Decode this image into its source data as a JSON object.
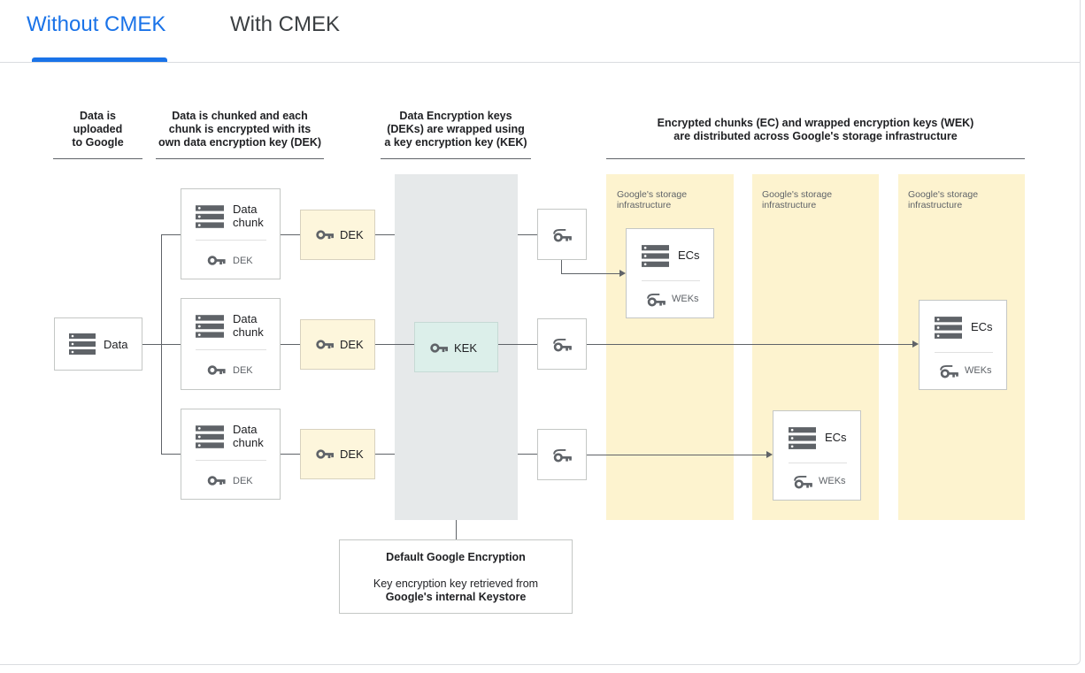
{
  "tabs": [
    {
      "label": "Without CMEK",
      "active": true
    },
    {
      "label": "With CMEK",
      "active": false
    }
  ],
  "headers": {
    "uploaded": "Data is uploaded to Google",
    "chunked": "Data is chunked and each chunk is encrypted with its own data encryption key (DEK)",
    "wrapped": "Data Encryption keys (DEKs) are wrapped using a key encryption key (KEK)",
    "distributed": "Encrypted chunks (EC) and wrapped encryption keys (WEK) are distributed across Google's storage infrastructure"
  },
  "header_lines": {
    "uploaded": [
      "Data is",
      "uploaded",
      "to Google"
    ],
    "chunked": [
      "Data is chunked and each",
      "chunk is encrypted with its",
      "own data encryption key (DEK)"
    ],
    "wrapped": [
      "Data Encryption keys",
      "(DEKs) are wrapped using",
      "a key encryption key (KEK)"
    ],
    "distributed": [
      "Encrypted chunks (EC) and wrapped encryption keys (WEK)",
      "are distributed across Google's storage infrastructure"
    ]
  },
  "data_label": "Data",
  "chunk": {
    "line1": "Data",
    "line2": "chunk",
    "key_label": "DEK"
  },
  "dek_label": "DEK",
  "kek_label": "KEK",
  "storage_label": [
    "Google's storage",
    "infrastructure"
  ],
  "ec": {
    "label": "ECs",
    "wek_label": "WEKs"
  },
  "info": {
    "title": "Default Google Encryption",
    "line1": "Key encryption key retrieved from",
    "line2": "Google's internal Keystore"
  },
  "colors": {
    "accent": "#1a73e8",
    "dek_fill": "#fdf6dc",
    "kek_fill": "#dcefea",
    "storage_fill": "#fdf3cf",
    "kek_column": "#e6e9ea"
  },
  "icons": [
    "server-icon",
    "key-icon",
    "wrapped-key-icon"
  ]
}
